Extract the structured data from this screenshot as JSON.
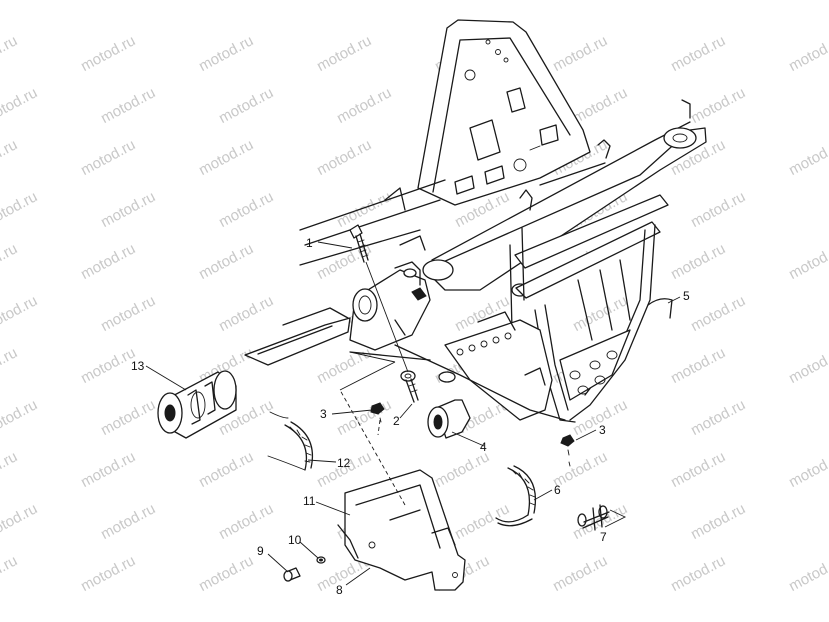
{
  "watermark": {
    "text": "motod.ru",
    "color": "#c8c8c8"
  },
  "callouts": {
    "c1": "1",
    "c2": "2",
    "c3a": "3",
    "c3b": "3",
    "c4": "4",
    "c5": "5",
    "c6": "6",
    "c7": "7",
    "c8": "8",
    "c9": "9",
    "c10": "10",
    "c11": "11",
    "c12": "12",
    "c13": "13"
  }
}
